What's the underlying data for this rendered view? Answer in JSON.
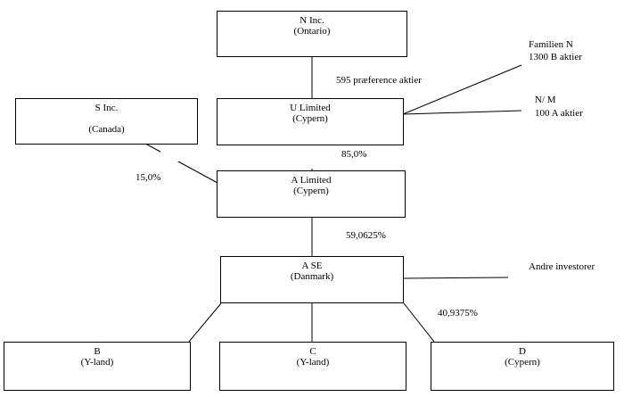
{
  "entities": {
    "n_inc": {
      "name": "N Inc.",
      "country": "(Ontario)"
    },
    "s_inc": {
      "name": "S Inc.",
      "country": "(Canada)"
    },
    "u_limited": {
      "name": "U Limited",
      "country": "(Cypern)"
    },
    "a_limited": {
      "name": "A Limited",
      "country": "(Cypern)"
    },
    "a_se": {
      "name": "A SE",
      "country": "(Danmark)"
    },
    "b": {
      "name": "B",
      "country": "(Y-land)"
    },
    "c": {
      "name": "C",
      "country": "(Y-land)"
    },
    "d": {
      "name": "D",
      "country": "(Cypern)"
    }
  },
  "labels": {
    "preference_shares": "595 præference aktier",
    "familien_n": "Familien N",
    "b_shares": "1300 B aktier",
    "n_m": "N/ M",
    "a_shares": "100 A aktier",
    "s_pct": "15,0%",
    "u_pct": "85,0%",
    "a_limited_pct": "59,0625%",
    "other_investors": "Andre investorer",
    "other_pct": "40,9375%"
  }
}
